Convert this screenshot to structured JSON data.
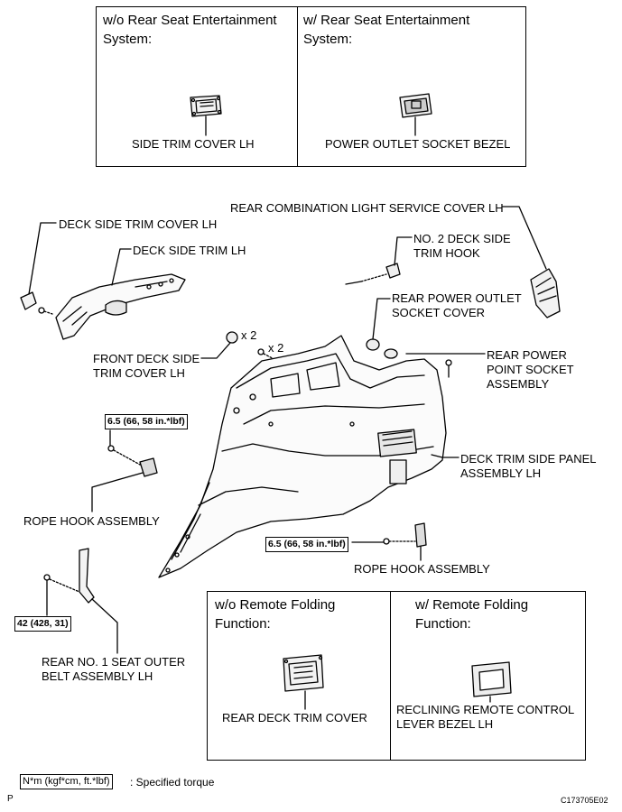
{
  "top_box": {
    "left_title": [
      "w/o Rear Seat Entertainment",
      "System:"
    ],
    "left_part": "SIDE TRIM COVER LH",
    "right_title": [
      "w/ Rear Seat Entertainment",
      "System:"
    ],
    "right_part": "POWER OUTLET SOCKET BEZEL"
  },
  "parts": {
    "rear_combination_light_cover": "REAR COMBINATION LIGHT SERVICE COVER LH",
    "deck_side_trim_cover": "DECK SIDE TRIM COVER LH",
    "deck_side_trim": "DECK SIDE TRIM LH",
    "no2_deck_side_trim_hook": [
      "NO. 2 DECK SIDE",
      "TRIM HOOK"
    ],
    "rear_power_outlet_socket_cover": [
      "REAR POWER OUTLET",
      "SOCKET COVER"
    ],
    "front_deck_side_trim_cover": [
      "FRONT DECK SIDE",
      "TRIM COVER LH"
    ],
    "rear_power_point_socket": [
      "REAR POWER",
      "POINT SOCKET",
      "ASSEMBLY"
    ],
    "deck_trim_side_panel": [
      "DECK TRIM SIDE PANEL",
      "ASSEMBLY LH"
    ],
    "rope_hook_left": "ROPE HOOK ASSEMBLY",
    "rope_hook_right": "ROPE HOOK ASSEMBLY",
    "rear_seat_outer_belt": [
      "REAR NO. 1 SEAT OUTER",
      "BELT ASSEMBLY LH"
    ]
  },
  "quantities": {
    "front_cover_qty": "x 2",
    "clip_qty": "x 2"
  },
  "torques": {
    "rope_hook_left": "6.5 (66, 58 in.*lbf)",
    "rope_hook_right": "6.5 (66, 58 in.*lbf)",
    "seat_belt": "42 (428, 31)"
  },
  "bottom_box": {
    "left_title": [
      "w/o Remote Folding",
      "Function:"
    ],
    "left_part": "REAR DECK TRIM COVER",
    "right_title": [
      "w/ Remote Folding",
      "Function:"
    ],
    "right_part": [
      "RECLINING REMOTE CONTROL",
      "LEVER BEZEL LH"
    ]
  },
  "legend": {
    "unit": "N*m (kgf*cm, ft.*lbf)",
    "text": ": Specified torque"
  },
  "corner_left": "P",
  "figure_code": "C173705E02"
}
